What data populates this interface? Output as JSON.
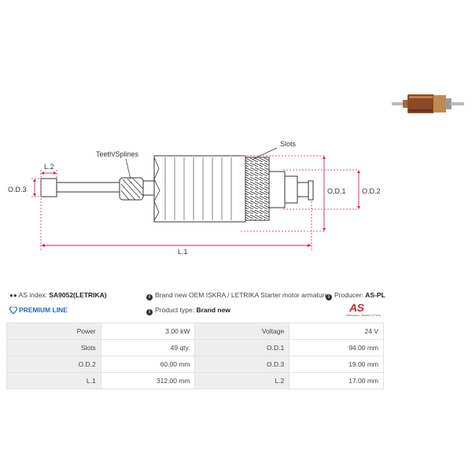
{
  "drawing": {
    "labels": {
      "teeth": "Teeth/Splines",
      "slots": "Slots",
      "l2": "L.2",
      "od3": "O.D.3",
      "od1": "O.D.1",
      "od2": "O.D.2",
      "l1": "L.1"
    }
  },
  "info": {
    "as_index_label": "AS index:",
    "as_index_value": "SA9052(LETRIKA)",
    "premium_line": "PREMIUM LINE",
    "description": "Brand new OEM ISKRA / LETRIKA Starter motor armature",
    "producer_label": "Producer:",
    "producer_value": "AS-PL",
    "product_type_label": "Product type:",
    "product_type_value": "Brand new"
  },
  "logo": {
    "text": "AS",
    "tagline": "Alternators, Starters & Parts",
    "color": "#d8232a"
  },
  "specs": [
    {
      "k1": "Power",
      "v1": "3.00 kW",
      "k2": "Voltage",
      "v2": "24 V"
    },
    {
      "k1": "Slots",
      "v1": "49 qty.",
      "k2": "O.D.1",
      "v2": "94.00 mm"
    },
    {
      "k1": "O.D.2",
      "v1": "60.00 mm",
      "k2": "O.D.3",
      "v2": "19.00 mm"
    },
    {
      "k1": "L.1",
      "v1": "312.00 mm",
      "k2": "L.2",
      "v2": "17.00 mm"
    }
  ]
}
